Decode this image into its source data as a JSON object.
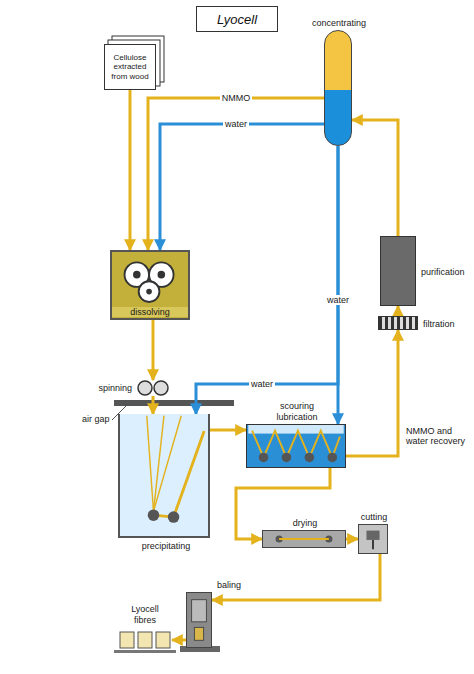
{
  "diagram": {
    "title": "Lyocell",
    "nodes": [
      {
        "text": [
          "Cellulose extracted from wood"
        ]
      },
      {
        "text": [
          "concentrating"
        ]
      },
      {
        "text": [
          "dissolving"
        ]
      },
      {
        "text": [
          "purification"
        ]
      },
      {
        "text": [
          "filtration"
        ]
      },
      {
        "text": [
          "spinning"
        ]
      },
      {
        "text": [
          "precipitating"
        ]
      },
      {
        "text": [
          "scouring lubrication"
        ]
      },
      {
        "text": [
          "drying"
        ]
      },
      {
        "text": [
          "cutting"
        ]
      },
      {
        "text": [
          "baling"
        ]
      },
      {
        "text": [
          "Lyocell fibres"
        ]
      }
    ],
    "edges": [
      {
        "from": 0,
        "to": 2,
        "arrow": "to"
      },
      {
        "from": 1,
        "to": 2,
        "label": "NMMO",
        "arrow": "to"
      },
      {
        "from": 1,
        "to": 2,
        "label": "water",
        "arrow": "to"
      },
      {
        "from": 2,
        "to": 5,
        "arrow": "to"
      },
      {
        "from": 5,
        "to": 6,
        "arrow": "to"
      },
      {
        "from": 6,
        "to": 7,
        "arrow": "to"
      },
      {
        "from": 1,
        "to": 6,
        "label": "water",
        "arrow": "to"
      },
      {
        "from": 1,
        "to": 7,
        "label": "water",
        "arrow": "to"
      },
      {
        "from": 7,
        "to": 4,
        "label": "NMMO and water recovery",
        "arrow": "to"
      },
      {
        "from": 4,
        "to": 3,
        "arrow": "to"
      },
      {
        "from": 3,
        "to": 1,
        "arrow": "to"
      },
      {
        "from": 7,
        "to": 8,
        "arrow": "to"
      },
      {
        "from": 8,
        "to": 9,
        "arrow": "to"
      },
      {
        "from": 9,
        "to": 10,
        "arrow": "to"
      },
      {
        "from": 10,
        "to": 11,
        "arrow": "to"
      }
    ],
    "labels": [
      "air gap"
    ]
  }
}
